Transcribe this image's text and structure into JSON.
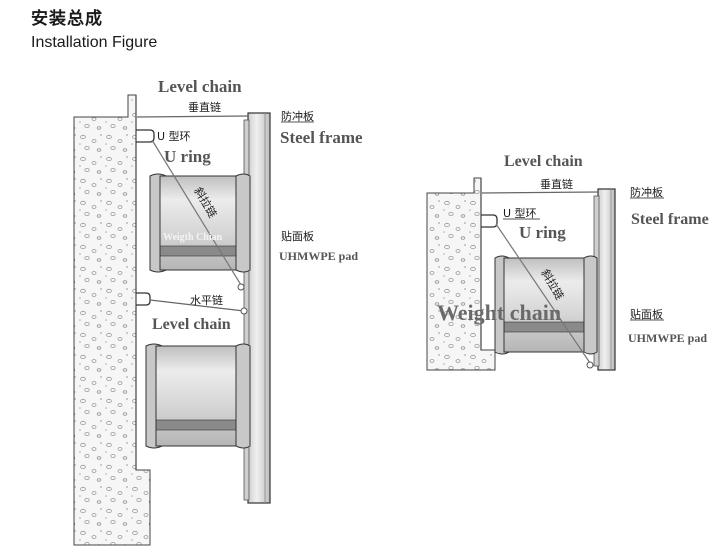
{
  "heading": {
    "title_cn": "安装总成",
    "title_en": "Installation Figure"
  },
  "figure_large": {
    "level_chain_top_en": "Level chain",
    "level_chain_top_cn": "垂直链",
    "impact_plate_cn": "防冲板",
    "steel_frame_en": "Steel frame",
    "u_ring_cn": "U 型环",
    "u_ring_en": "U ring",
    "diagonal_chain_cn": "斜拉链",
    "weight_chain_en": "Weigth Chian",
    "pad_cn": "贴面板",
    "pad_en": "UHMWPE pad",
    "level_chain_mid_cn": "水平链",
    "level_chain_mid_en": "Level chain"
  },
  "figure_small": {
    "level_chain_en": "Level chain",
    "level_chain_cn": "垂直链",
    "impact_plate_cn": "防冲板",
    "steel_frame_en": "Steel frame",
    "u_ring_cn": "U 型环",
    "u_ring_en": "U ring",
    "diagonal_chain_cn": "斜拉链",
    "weight_chain_en": "Weight chain",
    "pad_cn": "贴面板",
    "pad_en": "UHMWPE pad"
  },
  "colors": {
    "concrete": "#f4f4f4",
    "frame_fill": "#e2e2e2",
    "fender_body": "#d8d8d8",
    "fender_band": "#8a8a8a",
    "outline": "#333333",
    "label_gray": "#555555"
  }
}
